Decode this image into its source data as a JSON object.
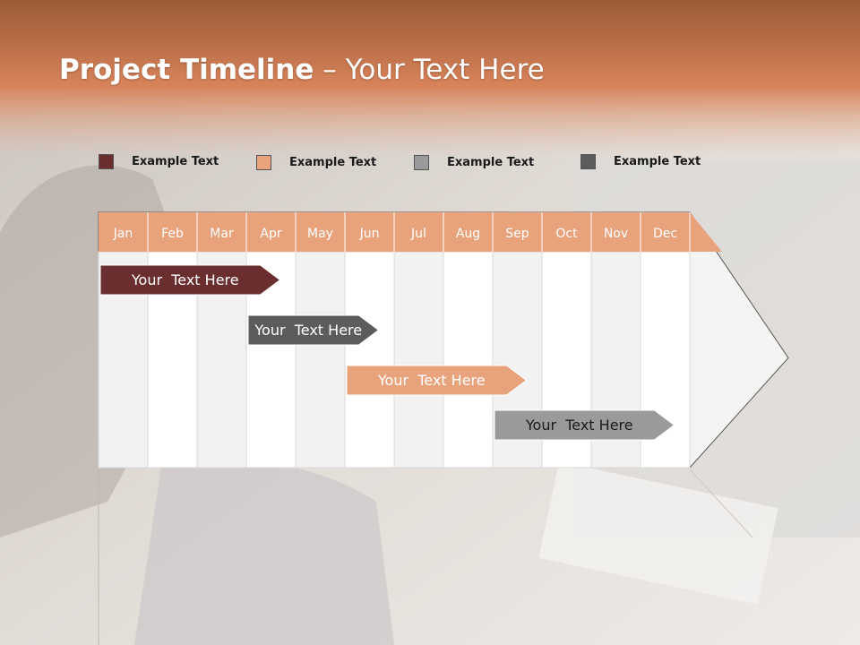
{
  "title": {
    "bold": "Project Timeline",
    "rest": " – Your Text Here"
  },
  "legend": [
    {
      "label": "Example Text",
      "color": "#6b2e2e"
    },
    {
      "label": "Example Text",
      "color": "#e8a27c"
    },
    {
      "label": "Example Text",
      "color": "#9a9a9a"
    },
    {
      "label": "Example Text",
      "color": "#5c5c5c"
    }
  ],
  "months": [
    "Jan",
    "Feb",
    "Mar",
    "Apr",
    "May",
    "Jun",
    "Jul",
    "Aug",
    "Sep",
    "Oct",
    "Nov",
    "Dec"
  ],
  "colors": {
    "header": "#e8a27c",
    "header_text": "#ffffff",
    "column_light": "#ffffff",
    "column_shade": "#f2f2f2"
  },
  "tasks": [
    {
      "label": "Your  Text Here",
      "start_month": "Jan",
      "end_month": "Apr",
      "color": "#6b2e2e"
    },
    {
      "label": "Your  Text Here",
      "start_month": "Apr",
      "end_month": "Jun",
      "color": "#5c5c5c"
    },
    {
      "label": "Your  Text Here",
      "start_month": "Jun",
      "end_month": "Sep",
      "color": "#e8a27c"
    },
    {
      "label": "Your  Text Here",
      "start_month": "Sep",
      "end_month": "Dec",
      "color": "#9a9a9a"
    }
  ]
}
